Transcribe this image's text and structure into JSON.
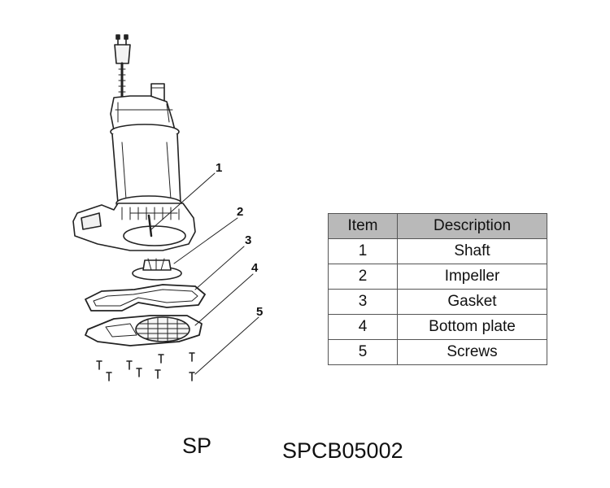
{
  "diagram": {
    "callouts": [
      "1",
      "2",
      "3",
      "4",
      "5"
    ]
  },
  "parts_table": {
    "headers": [
      "Item",
      "Description"
    ],
    "rows": [
      {
        "item": "1",
        "description": "Shaft"
      },
      {
        "item": "2",
        "description": "Impeller"
      },
      {
        "item": "3",
        "description": "Gasket"
      },
      {
        "item": "4",
        "description": "Bottom plate"
      },
      {
        "item": "5",
        "description": "Screws"
      }
    ]
  },
  "footer": {
    "prefix": "SP",
    "part_number": "SPCB05002"
  }
}
